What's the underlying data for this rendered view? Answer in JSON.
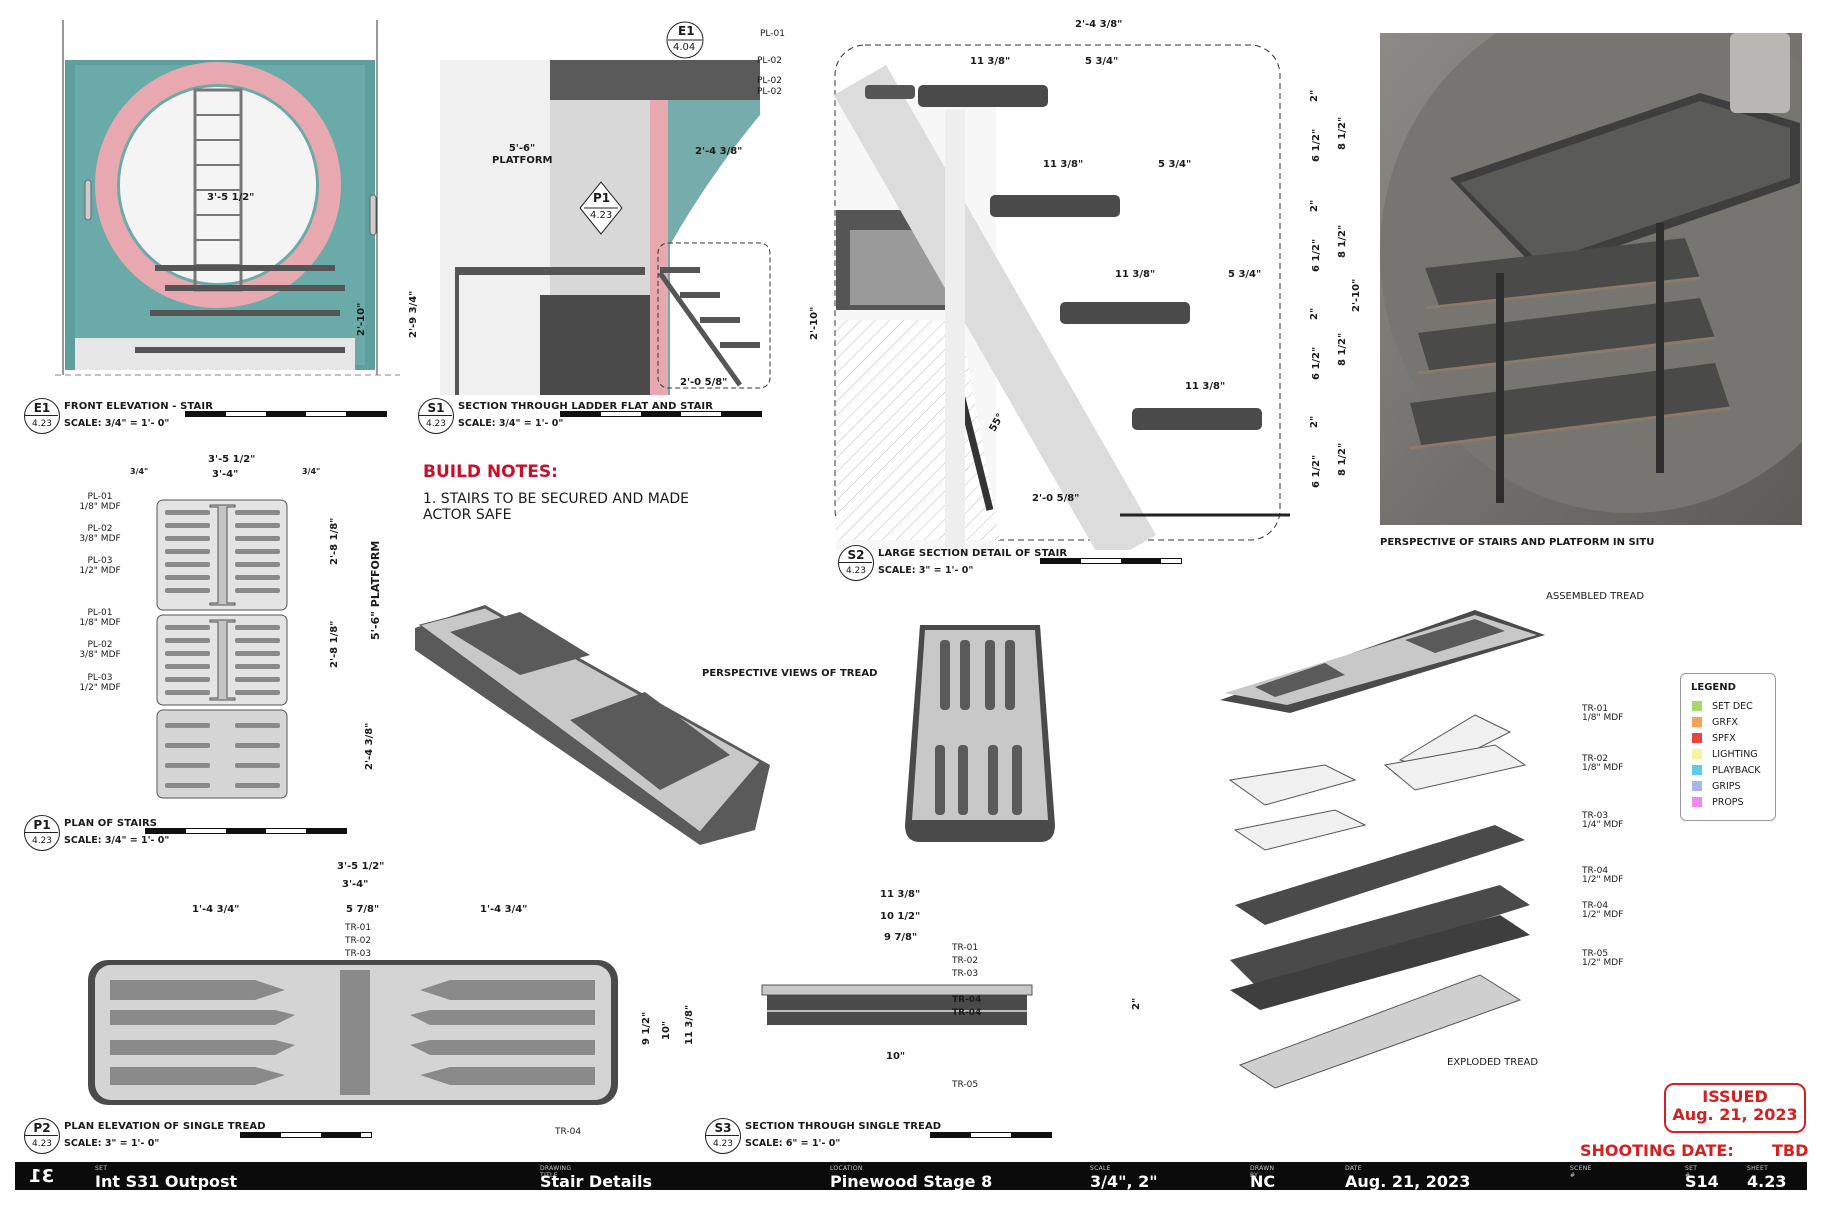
{
  "views": {
    "e1": {
      "id": "E1",
      "sheet": "4.23",
      "title": "FRONT ELEVATION - STAIR",
      "scale": "SCALE: 3/4\" = 1'- 0\""
    },
    "s1": {
      "id": "S1",
      "sheet": "4.23",
      "title": "SECTION THROUGH LADDER FLAT AND STAIR",
      "scale": "SCALE: 3/4\" = 1'- 0\""
    },
    "s2": {
      "id": "S2",
      "sheet": "4.23",
      "title": "LARGE SECTION DETAIL OF STAIR",
      "scale": "SCALE: 3\" = 1'- 0\""
    },
    "p1": {
      "id": "P1",
      "sheet": "4.23",
      "title": "PLAN OF STAIRS",
      "scale": "SCALE: 3/4\" = 1'- 0\""
    },
    "p2": {
      "id": "P2",
      "sheet": "4.23",
      "title": "PLAN ELEVATION OF SINGLE TREAD",
      "scale": "SCALE: 3\" = 1'- 0\""
    },
    "s3": {
      "id": "S3",
      "sheet": "4.23",
      "title": "SECTION THROUGH SINGLE TREAD",
      "scale": "SCALE: 6\" = 1'- 0\""
    }
  },
  "callouts": {
    "e1_ref": {
      "id": "E1",
      "sheet": "4.04"
    },
    "p1_ref": {
      "id": "P1",
      "sheet": "4.23"
    }
  },
  "build_notes": {
    "title": "BUILD NOTES:",
    "items": [
      "1. STAIRS TO BE SECURED AND MADE ACTOR SAFE"
    ]
  },
  "captions": {
    "perspective_situ": "PERSPECTIVE OF STAIRS AND PLATFORM IN SITU",
    "perspective_tread": "PERSPECTIVE VIEWS OF TREAD",
    "assembled": "ASSEMBLED TREAD",
    "exploded": "EXPLODED TREAD"
  },
  "plan_materials": [
    {
      "code": "PL-01",
      "spec": "1/8\" MDF"
    },
    {
      "code": "PL-02",
      "spec": "3/8\" MDF"
    },
    {
      "code": "PL-03",
      "spec": "1/2\" MDF"
    },
    {
      "code": "PL-01",
      "spec": "1/8\" MDF"
    },
    {
      "code": "PL-02",
      "spec": "3/8\" MDF"
    },
    {
      "code": "PL-03",
      "spec": "1/2\" MDF"
    }
  ],
  "s2_labels": [
    "PL-01",
    "PL-02",
    "PL-02",
    "PL-02"
  ],
  "exploded_materials": [
    {
      "code": "TR-01",
      "spec": "1/8\" MDF"
    },
    {
      "code": "TR-02",
      "spec": "1/8\" MDF"
    },
    {
      "code": "TR-03",
      "spec": "1/4\" MDF"
    },
    {
      "code": "TR-04",
      "spec": "1/2\" MDF"
    },
    {
      "code": "TR-04",
      "spec": "1/2\" MDF"
    },
    {
      "code": "TR-05",
      "spec": "1/2\" MDF"
    }
  ],
  "p2_labels": [
    "TR-01",
    "TR-02",
    "TR-03",
    "TR-04"
  ],
  "s3_labels": [
    "TR-01",
    "TR-02",
    "TR-03",
    "TR-04",
    "TR-04",
    "TR-05"
  ],
  "dims": {
    "e1_width": "3'-5 1/2\"",
    "e1_height": "2'-10\"",
    "s1_platform": "5'-6\" PLATFORM",
    "s1_run": "2'-4 3/8\"",
    "s1_floor": "2'-0 5/8\"",
    "s1_height": "2'-9 3/4\"",
    "s1_right": "2'-10\"",
    "s2_top": "2'-4 3/8\"",
    "s2_tread": "11 3/8\"",
    "s2_step": "5 3/4\"",
    "s2_height": "2'-10\"",
    "s2_rise": "2\"",
    "s2_riser": "6 1/2\"",
    "s2_riser2": "8 1/2\"",
    "s2_angle": "55°",
    "s2_base": "2'-0 5/8\"",
    "p1_width": "3'-5 1/2\"",
    "p1_inner": "3'-4\"",
    "p1_edge": "3/4\"",
    "p1_section": "2'-8 1/8\"",
    "p1_platform": "5'-6\" PLATFORM",
    "p1_lower": "2'-4 3/8\"",
    "p2_overall": "3'-5 1/2\"",
    "p2_inner": "3'-4\"",
    "p2_side": "1'-4 3/4\"",
    "p2_center": "5 7/8\"",
    "p2_height": "10\"",
    "p2_h2": "11 3/8\"",
    "p2_h3": "9 1/2\"",
    "s3_overall": "11 3/8\"",
    "s3_mid": "10 1/2\"",
    "s3_inner": "9 7/8\"",
    "s3_base": "10\"",
    "s3_height": "2\""
  },
  "legend": {
    "title": "LEGEND",
    "items": [
      {
        "label": "SET DEC",
        "color": "#a6d86c"
      },
      {
        "label": "GRFX",
        "color": "#f5a35a"
      },
      {
        "label": "SPFX",
        "color": "#e8453c"
      },
      {
        "label": "LIGHTING",
        "color": "#f8f49a"
      },
      {
        "label": "PLAYBACK",
        "color": "#5ecbe6"
      },
      {
        "label": "GRIPS",
        "color": "#a9b4ea"
      },
      {
        "label": "PROPS",
        "color": "#f08ae8"
      }
    ]
  },
  "stamp": {
    "line1": "ISSUED",
    "line2": "Aug. 21, 2023"
  },
  "shooting_date": {
    "label": "SHOOTING DATE:",
    "value": "TBD"
  },
  "title_block": {
    "sheet_no": "31",
    "set_label": "SET",
    "set": "Int S31 Outpost",
    "drawing_label": "DRAWING TITLE",
    "drawing": "Stair Details",
    "location_label": "LOCATION",
    "location": "Pinewood Stage 8",
    "scale_label": "SCALE",
    "scale": "3/4\", 2\"",
    "drawn_label": "DRAWN BY",
    "drawn": "NC",
    "date_label": "DATE",
    "date": "Aug. 21, 2023",
    "scene_label": "SCENE #",
    "scene": "",
    "setno_label": "SET #",
    "setno": "S14",
    "sheetno_label": "SHEET",
    "sheetno": "4.23"
  },
  "colors": {
    "teal": "#5e9e9c",
    "pink": "#e8a8b0",
    "red": "#d42020",
    "dark": "#4a4a4a",
    "grey": "#9a9a9a"
  }
}
